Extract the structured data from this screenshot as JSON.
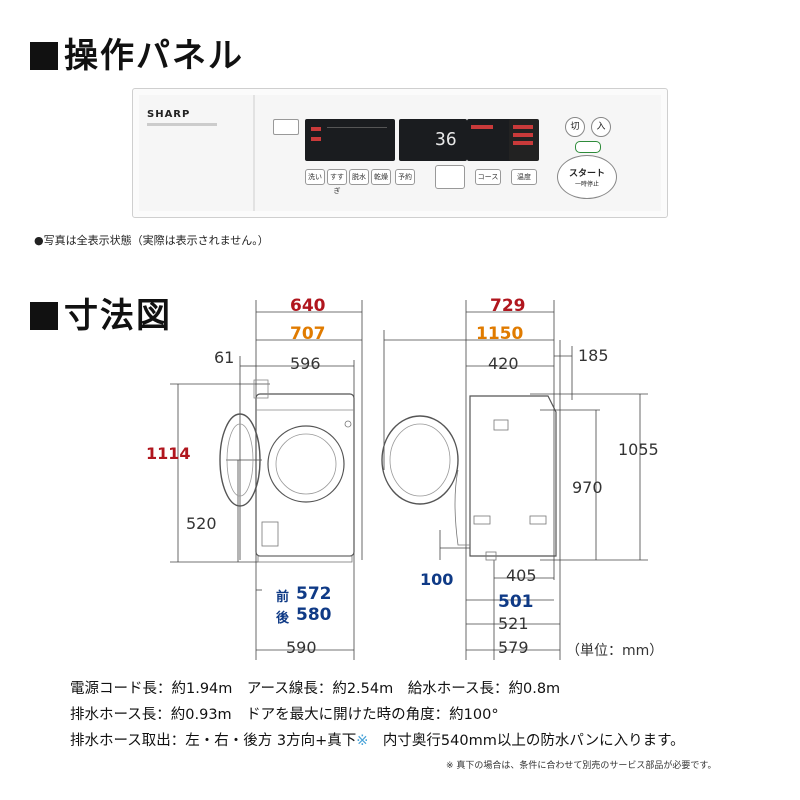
{
  "panel_section": {
    "title": "操作パネル",
    "note": "●写真は全表示状態（実際は表示されません。）",
    "brand": "SHARP",
    "display_digits": "36",
    "buttons": [
      "洗い",
      "すすぎ",
      "脱水",
      "乾燥",
      "予約",
      "",
      "コース",
      "温度"
    ],
    "start_label": "スタート",
    "start_sub": "一時停止",
    "power_off": "切",
    "power_on": "入"
  },
  "dimension_section": {
    "title": "寸法図",
    "front": {
      "width_red": "640",
      "width_orange": "707",
      "left_offset": "61",
      "body_width": "596",
      "height_red": "1114",
      "door_height": "520",
      "front_label": "前",
      "front_value": "572",
      "rear_label": "後",
      "rear_value": "580",
      "bottom_width": "590"
    },
    "side": {
      "depth_red": "729",
      "depth_orange": "1150",
      "top_depth": "420",
      "top_right": "185",
      "height_total": "1055",
      "height_body": "970",
      "foot_height_blue": "100",
      "base_width": "405",
      "base_blue": "501",
      "base_521": "521",
      "base_579": "579",
      "unit": "（単位：mm）"
    }
  },
  "specs": {
    "line1": "電源コード長：約1.94m　アース線長：約2.54m　給水ホース長：約0.8m",
    "line2": "排水ホース長：約0.93m　ドアを最大に開けた時の角度：約100°",
    "line3_a": "排水ホース取出：左・右・後方 3方向+真下",
    "line3_mark": "※",
    "line3_b": "　内寸奥行540mm以上の防水パンに入ります。",
    "footnote": "※ 真下の場合は、条件に合わせて別売のサービス部品が必要です。"
  },
  "colors": {
    "red": "#b0161e",
    "orange": "#e07b00",
    "blue": "#0f3a86"
  }
}
